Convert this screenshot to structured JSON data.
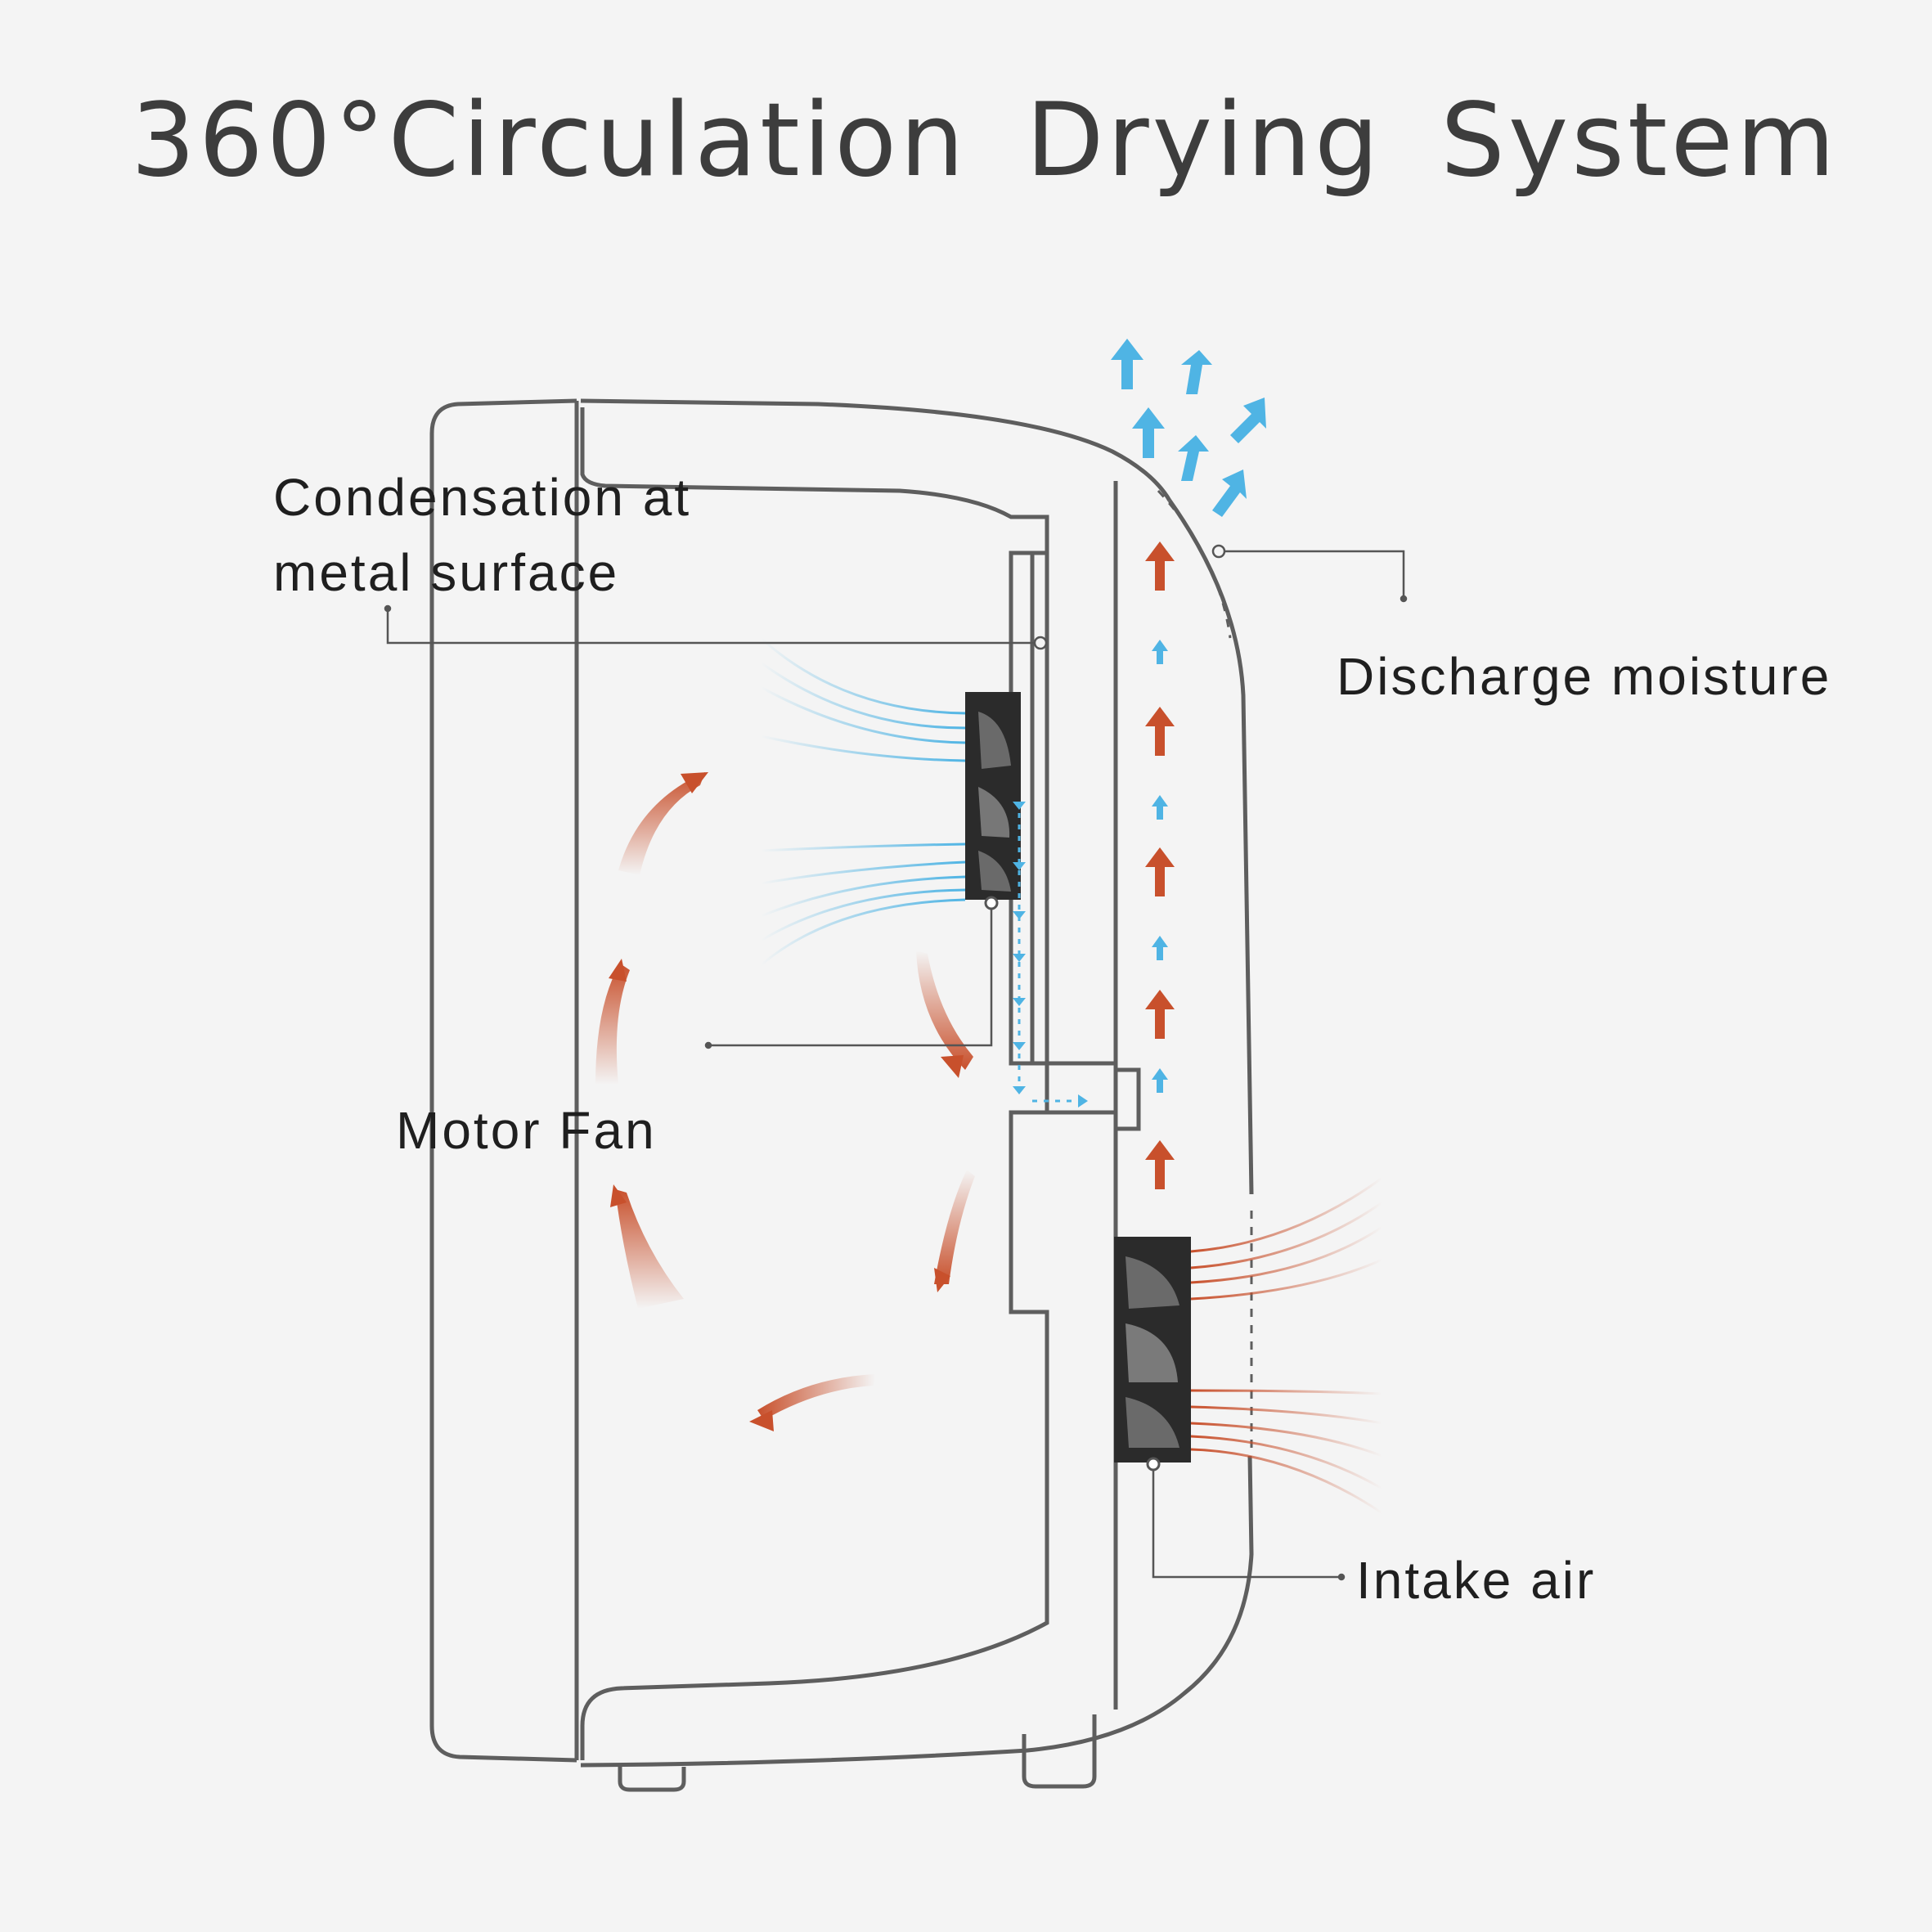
{
  "title": "360°Circulation Drying System",
  "labels": {
    "condensation_line1": "Condensation at",
    "condensation_line2": "metal surface",
    "discharge": "Discharge moisture",
    "motor_fan": "Motor Fan",
    "intake": "Intake air"
  },
  "colors": {
    "background": "#f4f4f4",
    "outline": "#5a5a5a",
    "hot_air": "#c8502c",
    "cool_air": "#4fb4e4",
    "fan": "#2b2b2b",
    "title": "#3d3d3d"
  }
}
